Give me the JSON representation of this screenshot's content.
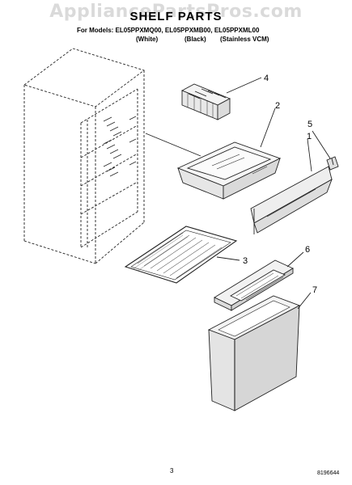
{
  "watermark": "AppliancePartsPros.com",
  "title": "SHELF PARTS",
  "models_line": "For Models: EL05PPXMQ00, EL05PPXMB00, EL05PPXML00",
  "colors": [
    "(White)",
    "(Black)",
    "(Stainless VCM)"
  ],
  "callouts": [
    "4",
    "2",
    "5",
    "1",
    "3",
    "6",
    "7"
  ],
  "page_number": "3",
  "document_number": "8196644"
}
